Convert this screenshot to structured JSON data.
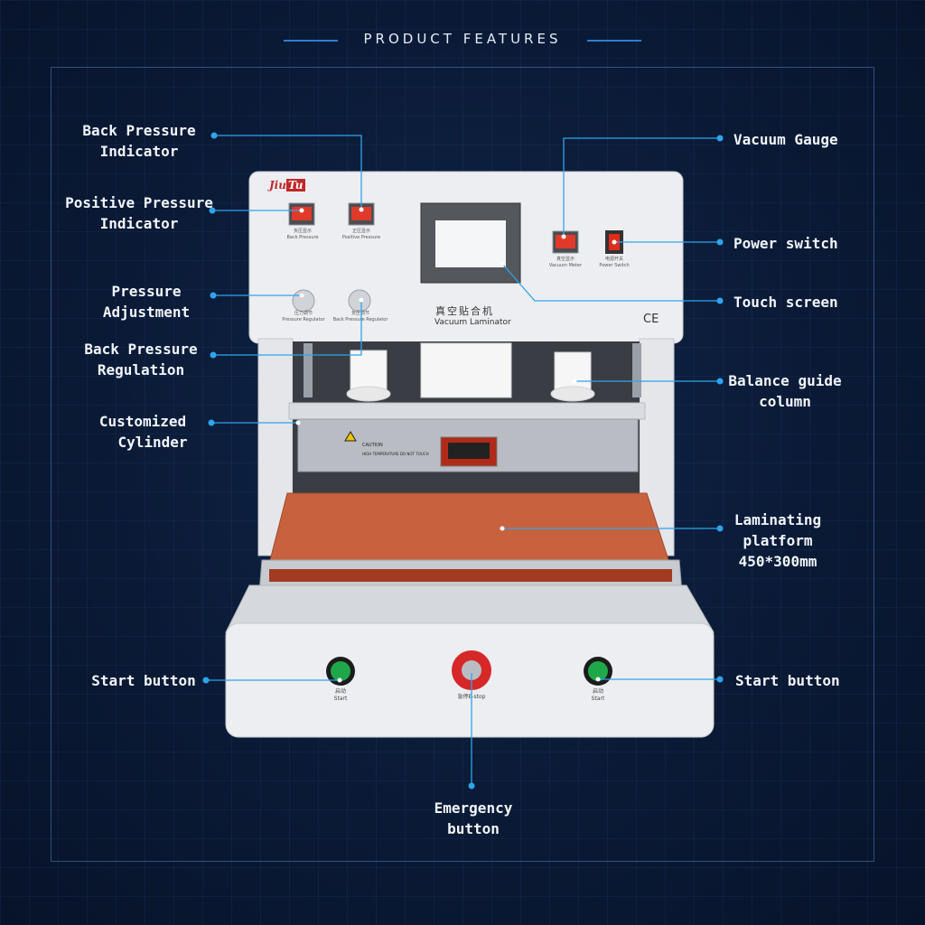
{
  "header": {
    "title": "PRODUCT FEATURES"
  },
  "brand": {
    "logo_text_1": "Jiu",
    "logo_text_2": "Tu"
  },
  "panel": {
    "model_cn": "真空贴合机",
    "model_en": "Vacuum Laminator",
    "ce_mark": "CE",
    "back_pressure_cn": "负压显示",
    "back_pressure_en": "Back Pressure",
    "positive_pressure_cn": "正压显示",
    "positive_pressure_en": "Positive Pressure",
    "vacuum_meter_cn": "真空显示",
    "vacuum_meter_en": "Vacuum Meter",
    "power_switch_cn": "电源开关",
    "power_switch_en": "Power Switch",
    "pressure_regulator_cn": "压力调节",
    "pressure_regulator_en": "Pressure Regulator",
    "bp_regulator_cn": "负压调节",
    "bp_regulator_en": "Back Pressure Regulator",
    "caution_title": "CAUTION",
    "caution_text": "HIGH TEMPERATURE DO NOT TOUCH",
    "start_cn": "启动",
    "start_en": "Start",
    "estop_cn": "急停",
    "estop_en": "E-stop"
  },
  "callouts": {
    "back_pressure_indicator": [
      "Back Pressure",
      "Indicator"
    ],
    "positive_pressure_indicator": [
      "Positive Pressure",
      "Indicator"
    ],
    "pressure_adjustment": [
      "Pressure",
      "Adjustment"
    ],
    "back_pressure_regulation": [
      "Back Pressure",
      "Regulation"
    ],
    "customized_cylinder": [
      "Customized",
      "Cylinder"
    ],
    "start_button_left": [
      "Start button"
    ],
    "emergency_button": [
      "Emergency",
      "button"
    ],
    "vacuum_gauge": [
      "Vacuum Gauge"
    ],
    "power_switch": [
      "Power switch"
    ],
    "touch_screen": [
      "Touch screen"
    ],
    "balance_guide_column": [
      "Balance guide",
      "column"
    ],
    "laminating_platform": [
      "Laminating",
      "platform",
      "450*300mm"
    ],
    "start_button_right": [
      "Start button"
    ]
  },
  "colors": {
    "accent": "#2fa4ec",
    "background": "#0b1a35",
    "platform": "#c8623e",
    "estop": "#d62828",
    "start": "#1fa84a"
  }
}
